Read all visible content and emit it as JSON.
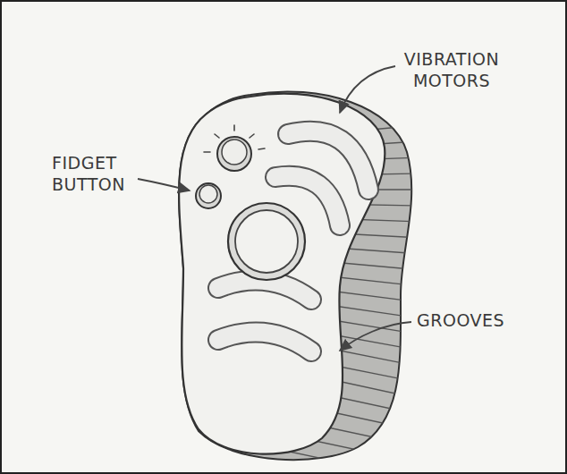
{
  "diagram": {
    "labels": [
      "VIBRATION MOTORS",
      "FIDGET BUTTON",
      "GROOVES"
    ]
  }
}
